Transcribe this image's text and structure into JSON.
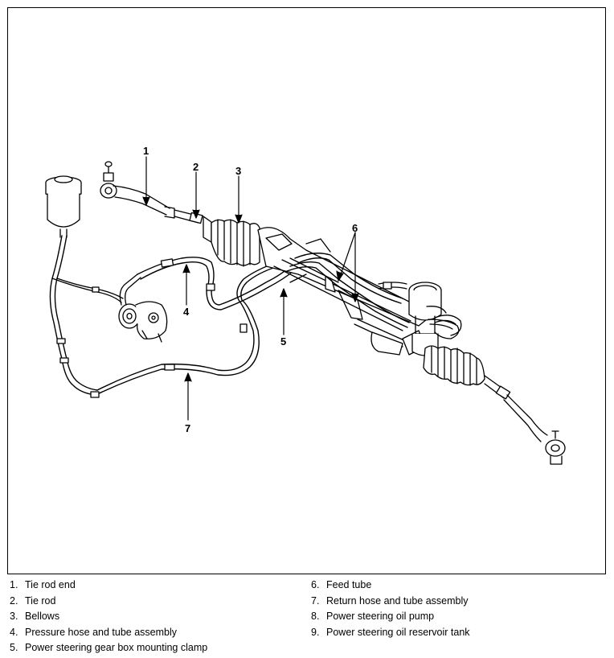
{
  "callouts": [
    "1",
    "2",
    "3",
    "4",
    "5",
    "6",
    "7"
  ],
  "legend": {
    "left": [
      {
        "num": "1.",
        "label": "Tie rod end"
      },
      {
        "num": "2.",
        "label": "Tie rod"
      },
      {
        "num": "3.",
        "label": "Bellows"
      },
      {
        "num": "4.",
        "label": "Pressure hose and tube assembly"
      },
      {
        "num": "5.",
        "label": "Power steering gear box mounting clamp"
      }
    ],
    "right": [
      {
        "num": "6.",
        "label": "Feed tube"
      },
      {
        "num": "7.",
        "label": "Return hose and tube assembly"
      },
      {
        "num": "8.",
        "label": "Power steering oil pump"
      },
      {
        "num": "9.",
        "label": "Power steering oil reservoir tank"
      }
    ]
  },
  "colors": {
    "line": "#000000",
    "background": "#ffffff"
  }
}
